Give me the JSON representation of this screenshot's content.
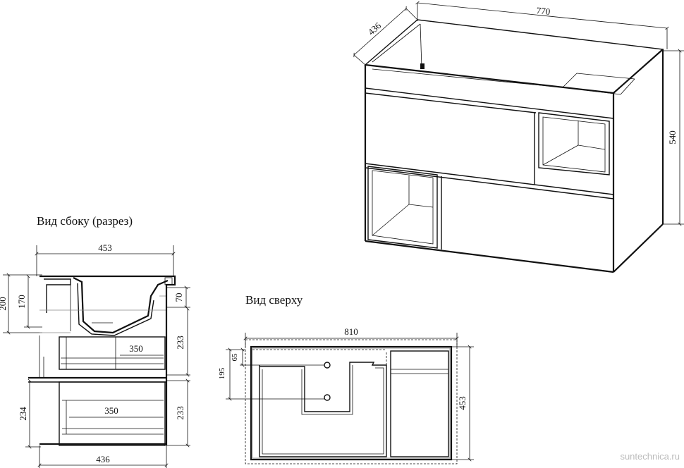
{
  "labels": {
    "side_view_title": "Вид сбоку (разрез)",
    "top_view_title": "Вид сверху",
    "watermark": "suntechnica.ru"
  },
  "dimensions": {
    "iso_width": "770",
    "iso_depth": "436",
    "iso_height": "540",
    "side_top_width": "453",
    "side_total_height": "200",
    "side_basin_height": "170",
    "side_right_70": "70",
    "side_upper_drawer_height": "233",
    "side_lower_drawer_height": "233",
    "side_left_234": "234",
    "side_upper_inner_depth": "350",
    "side_lower_inner_depth": "350",
    "side_bottom_depth": "436",
    "top_width": "810",
    "top_depth": "453",
    "top_hole_offset_1": "65",
    "top_hole_offset_2": "195"
  }
}
